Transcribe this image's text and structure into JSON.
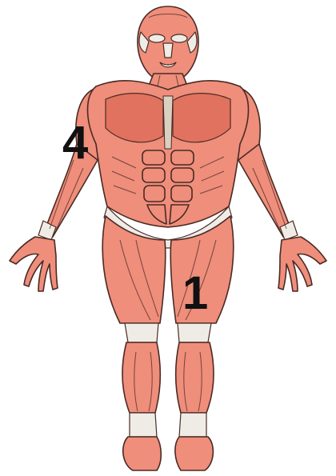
{
  "labels": [
    {
      "id": "4",
      "text": "4"
    },
    {
      "id": "1",
      "text": "1"
    }
  ],
  "colors": {
    "muscle": "#ef8e7b",
    "muscle_shade": "#e0725f",
    "muscle_outline": "#4a2a25",
    "tendon": "#d9d0c2",
    "tendon_light": "#efece6",
    "label": "#111111"
  }
}
